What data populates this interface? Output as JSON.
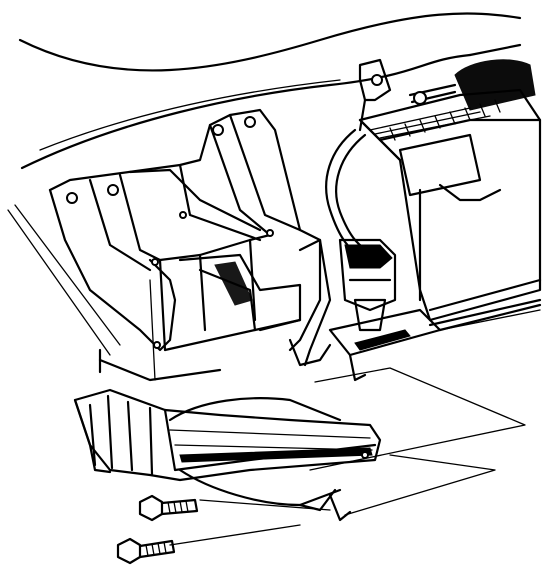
{
  "figure": {
    "kind": "exploded-view line illustration",
    "background": "#ffffff",
    "ink": "#000000"
  },
  "parts": {
    "bracket": "instrument-panel-bracket",
    "blower": "hvac-module",
    "duct": "air-duct",
    "bolts": [
      "bolt",
      "bolt"
    ],
    "hose": "vacuum-hose"
  }
}
